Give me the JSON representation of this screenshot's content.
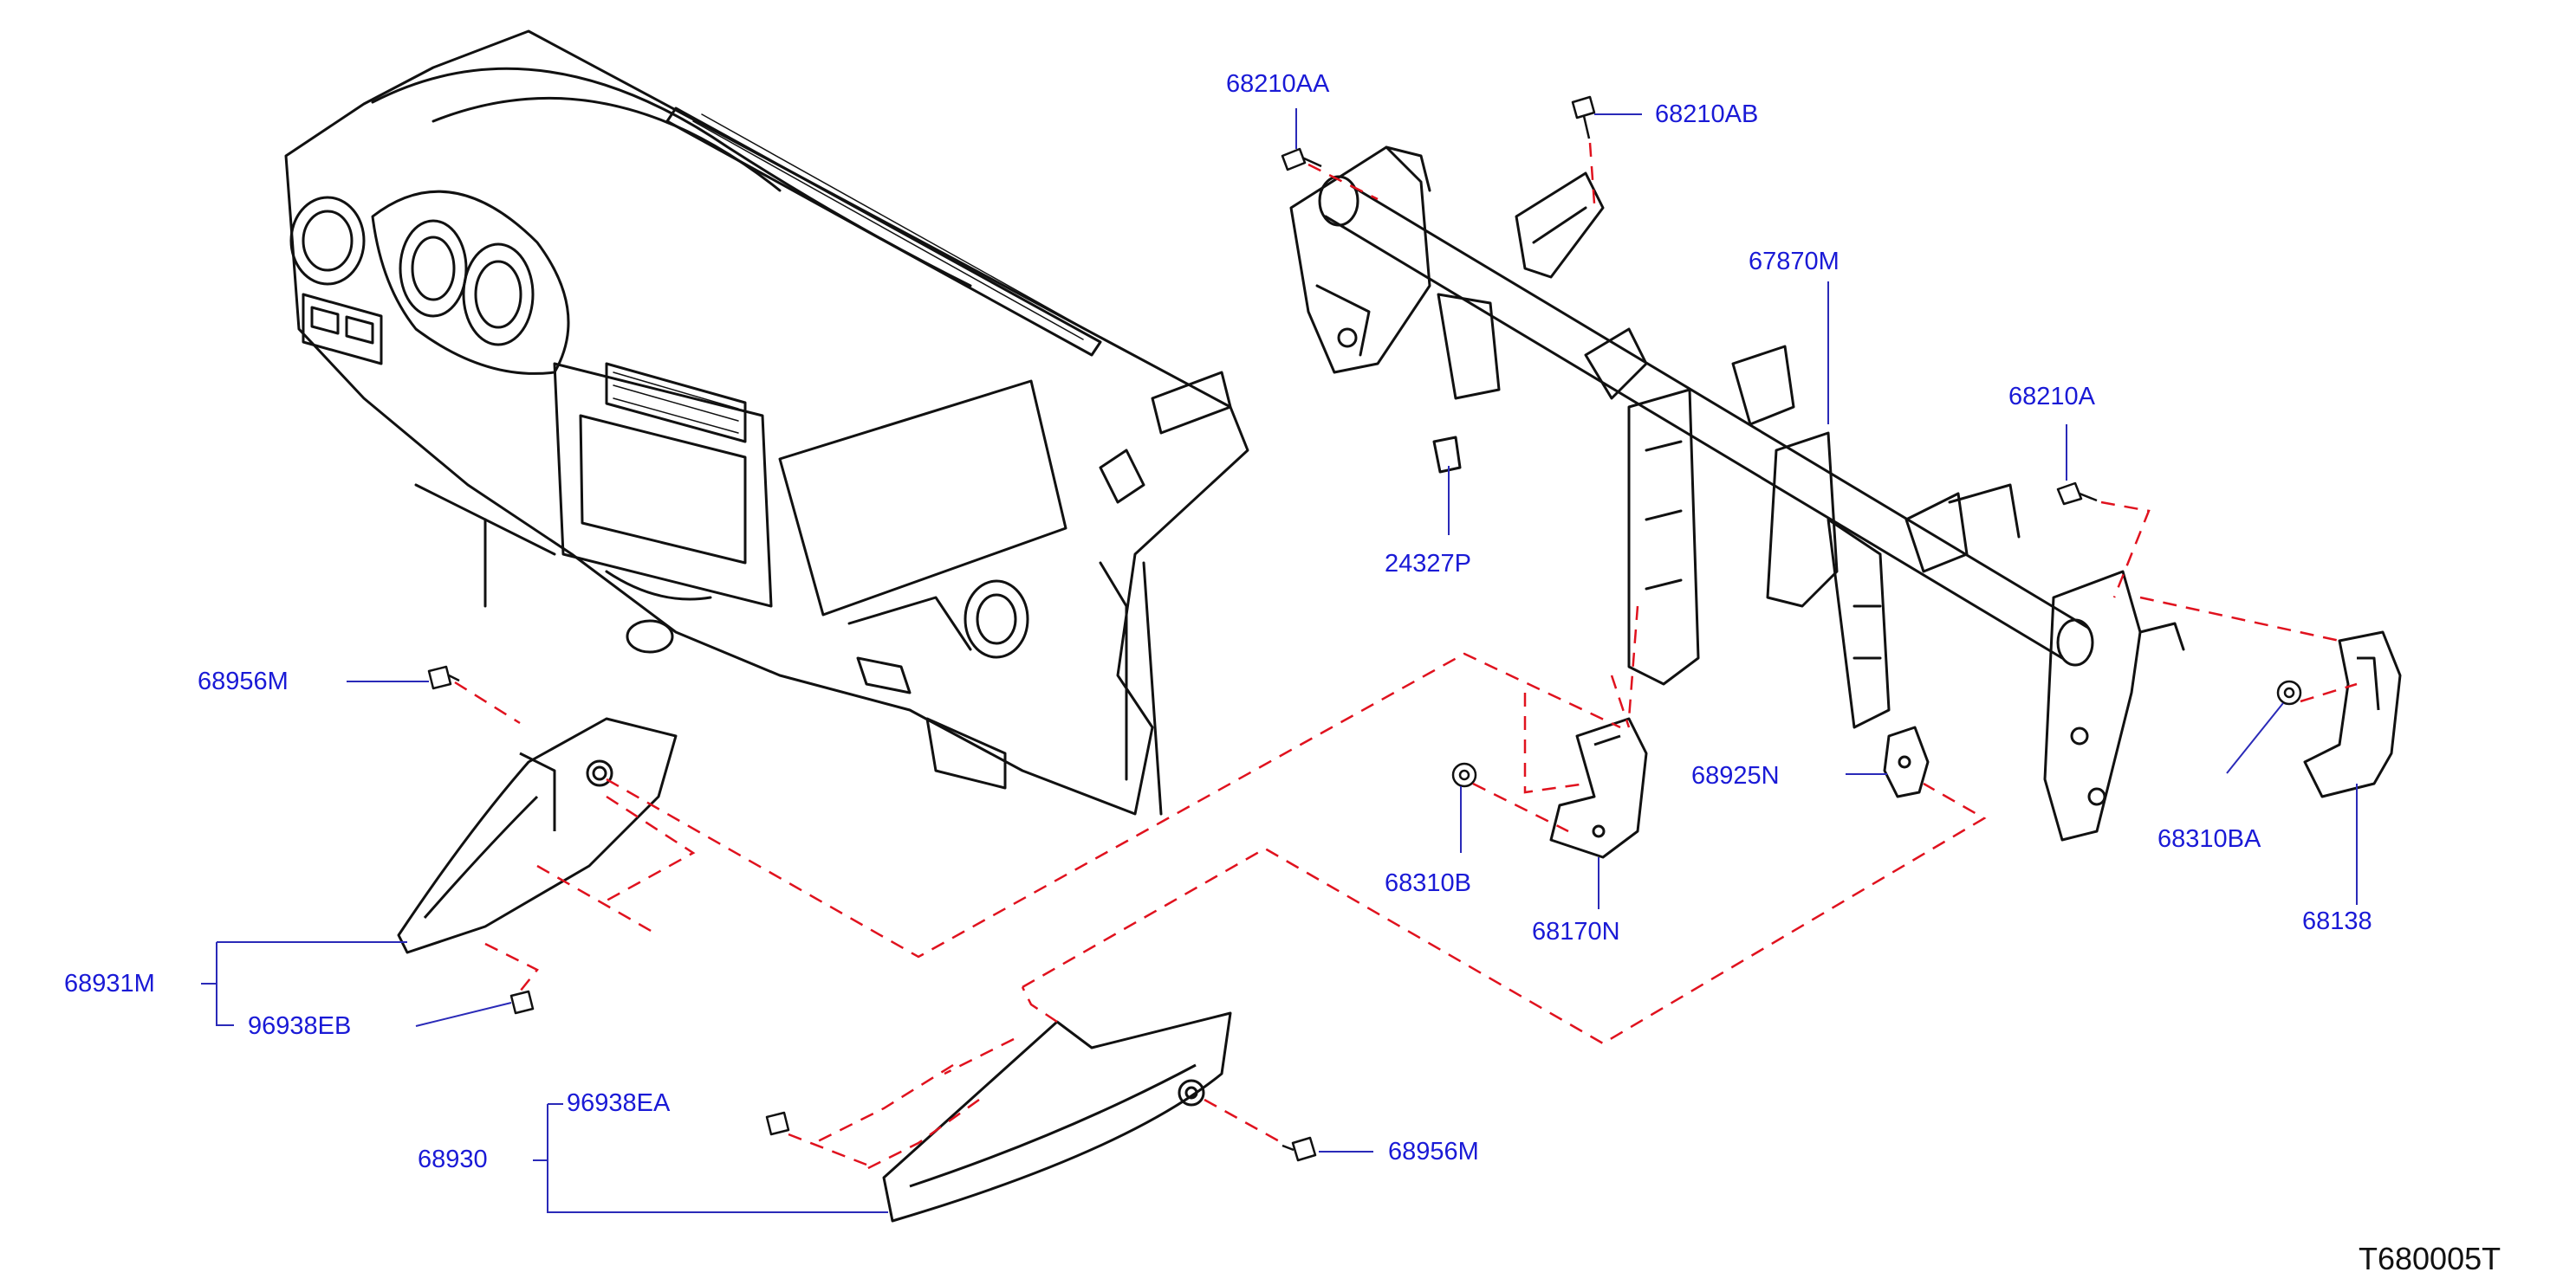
{
  "diagram": {
    "id": "T680005T",
    "colors": {
      "label": "#1a1ad6",
      "leader": "#2a2ab8",
      "dashed": "#e0121e",
      "drawing": "#111111",
      "background": "#ffffff"
    },
    "parts": {
      "p68210AA": "68210AA",
      "p68210AB": "68210AB",
      "p67870M": "67870M",
      "p68210A": "68210A",
      "p24327P": "24327P",
      "p68956M_top": "68956M",
      "p68925N": "68925N",
      "p68310BA": "68310BA",
      "p68310B": "68310B",
      "p68138": "68138",
      "p68170N": "68170N",
      "p68931M": "68931M",
      "p96938EB": "96938EB",
      "p96938EA": "96938EA",
      "p68930": "68930",
      "p68956M_bottom": "68956M"
    }
  }
}
